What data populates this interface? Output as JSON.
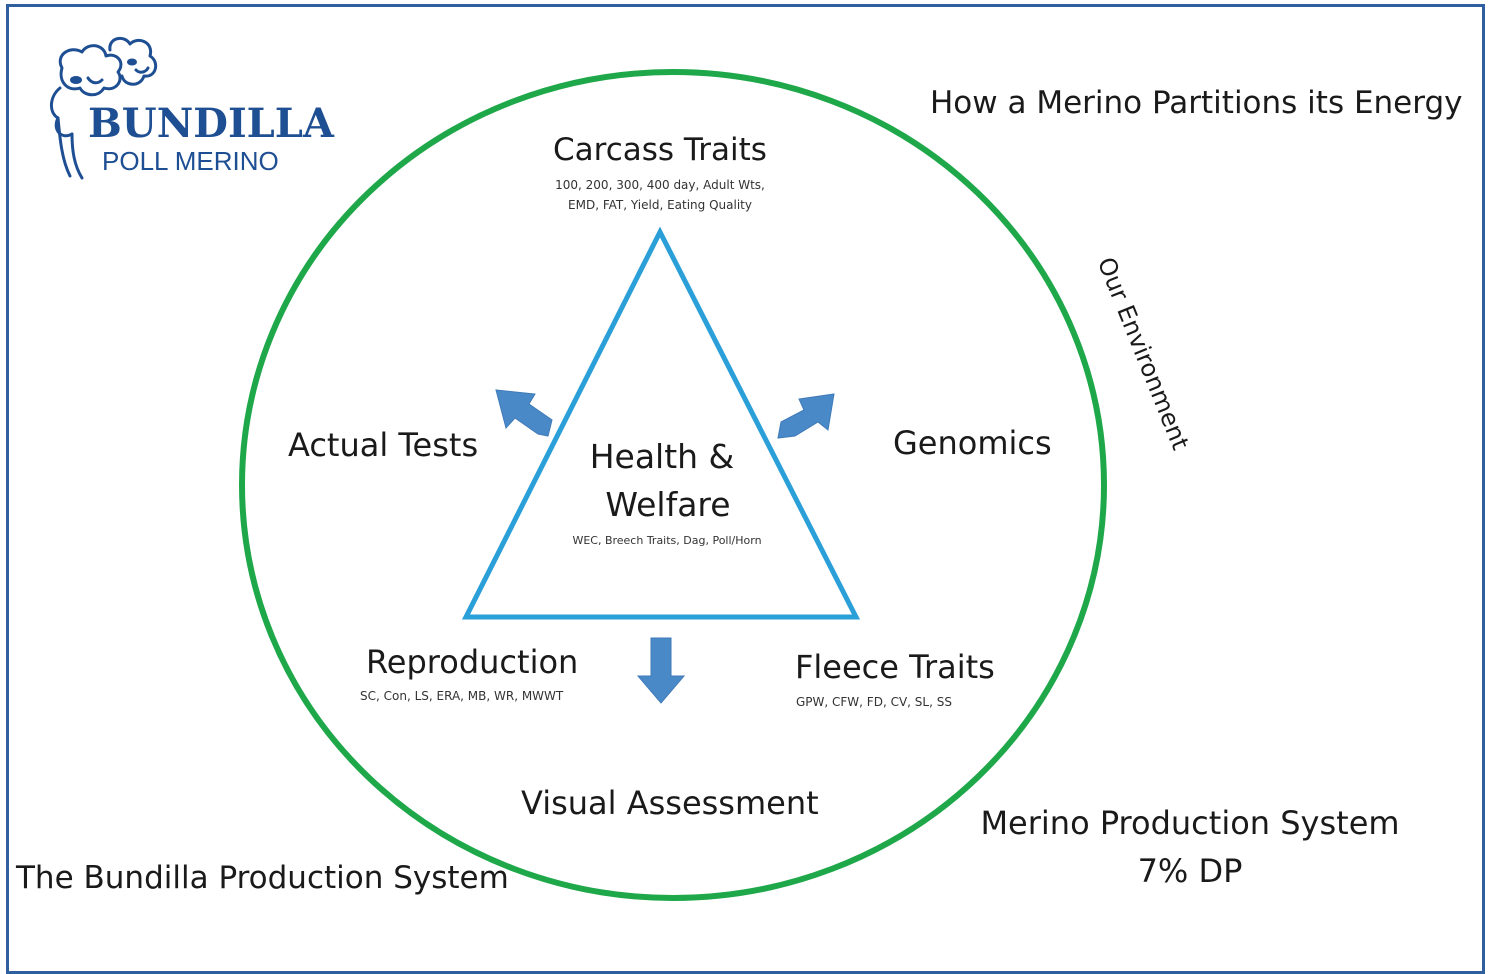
{
  "logo": {
    "name": "BUNDILLA",
    "subtitle": "POLL MERINO"
  },
  "header_title": "How a Merino Partitions its Energy",
  "environment_label": "Our Environment",
  "center": {
    "title_line1": "Health &",
    "title_line2": "Welfare",
    "detail": "WEC, Breech Traits, Dag, Poll/Horn"
  },
  "top": {
    "title": "Carcass Traits",
    "detail_line1": "100, 200, 300, 400 day, Adult Wts,",
    "detail_line2": "EMD, FAT, Yield, Eating Quality"
  },
  "bottom_left": {
    "title": "Reproduction",
    "detail": "SC, Con, LS, ERA, MB, WR, MWWT"
  },
  "bottom_right": {
    "title": "Fleece Traits",
    "detail": "GPW, CFW, FD, CV, SL, SS"
  },
  "methods": {
    "left": "Actual Tests",
    "right": "Genomics",
    "bottom": "Visual Assessment"
  },
  "footer_left": "The Bundilla Production System",
  "footer_right": {
    "line1": "Merino Production System",
    "line2": "7% DP"
  },
  "colors": {
    "circle": "#1fa84a",
    "triangle": "#2b9fd8",
    "arrows": "#4a89c8",
    "logo": "#1f4f93",
    "frame": "#2f5f9e"
  }
}
